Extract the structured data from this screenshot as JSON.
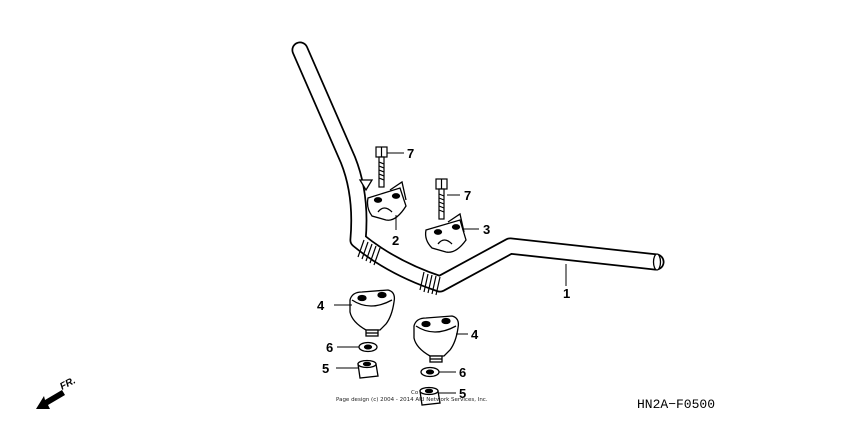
{
  "diagram": {
    "code": "HN2A−F0500",
    "copyright": "Page design (c) 2004 - 2014 ARI Network Services, Inc.",
    "copyright_prefix": "Co",
    "direction_label": "FR.",
    "callouts": {
      "p1": "1",
      "p2": "2",
      "p3": "3",
      "p4a": "4",
      "p4b": "4",
      "p5a": "5",
      "p5b": "5",
      "p6a": "6",
      "p6b": "6",
      "p7a": "7",
      "p7b": "7"
    }
  }
}
